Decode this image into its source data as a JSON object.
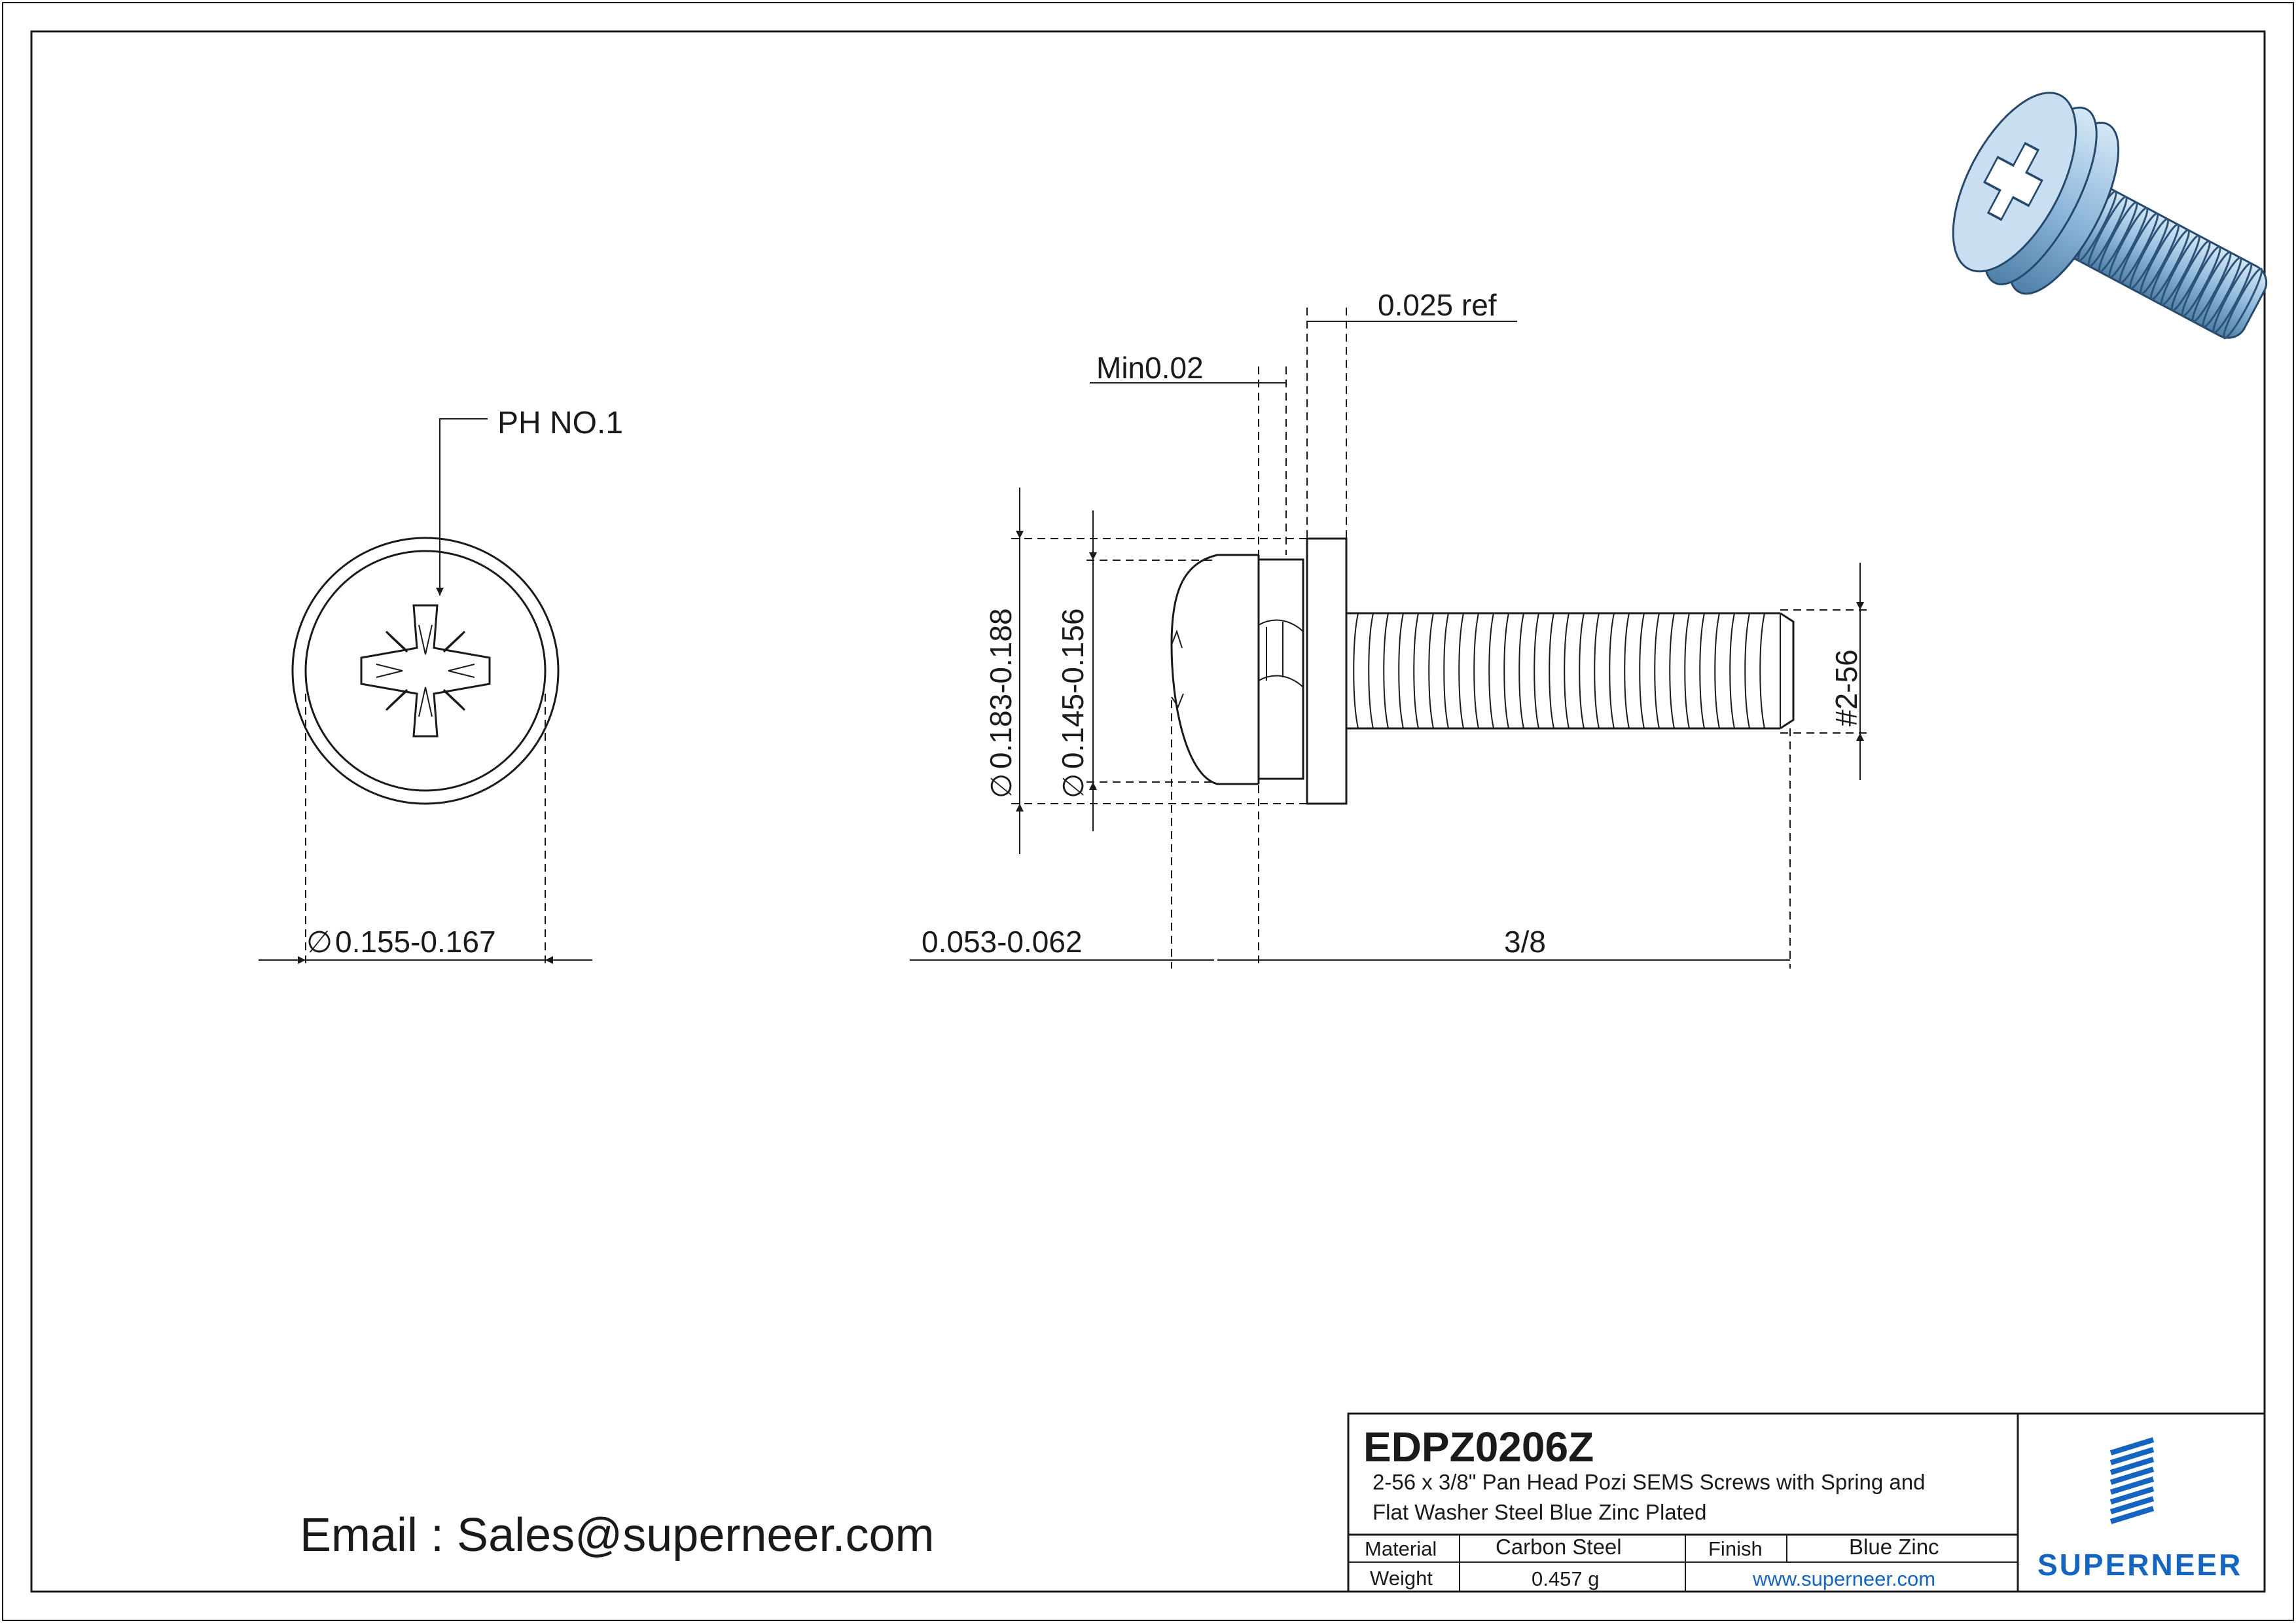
{
  "drawing": {
    "callout_ph": "PH NO.1",
    "dim_head_dia_front": "0.155-0.167",
    "dim_ref": "0.025 ref",
    "dim_min": "Min0.02",
    "dim_dia_washer": "0.183-0.188",
    "dim_dia_head": "0.145-0.156",
    "dim_thread": "#2-56",
    "dim_head_height": "0.053-0.062",
    "dim_length": "3/8",
    "diameter_symbol": "∅"
  },
  "email": "Email : Sales@superneer.com",
  "title_block": {
    "part_number": "EDPZ0206Z",
    "description_line1": "2-56 x 3/8\" Pan Head Pozi SEMS Screws with Spring and",
    "description_line2": "Flat Washer Steel Blue Zinc Plated",
    "material_label": "Material",
    "material_value": "Carbon Steel",
    "finish_label": "Finish",
    "finish_value": "Blue Zinc",
    "weight_label": "Weight",
    "weight_value": "0.457 g",
    "website": "www.superneer.com",
    "brand": "SUPERNEER"
  },
  "colors": {
    "brand_blue": "#1565c0",
    "screw_blue": "#8fb8dc"
  }
}
